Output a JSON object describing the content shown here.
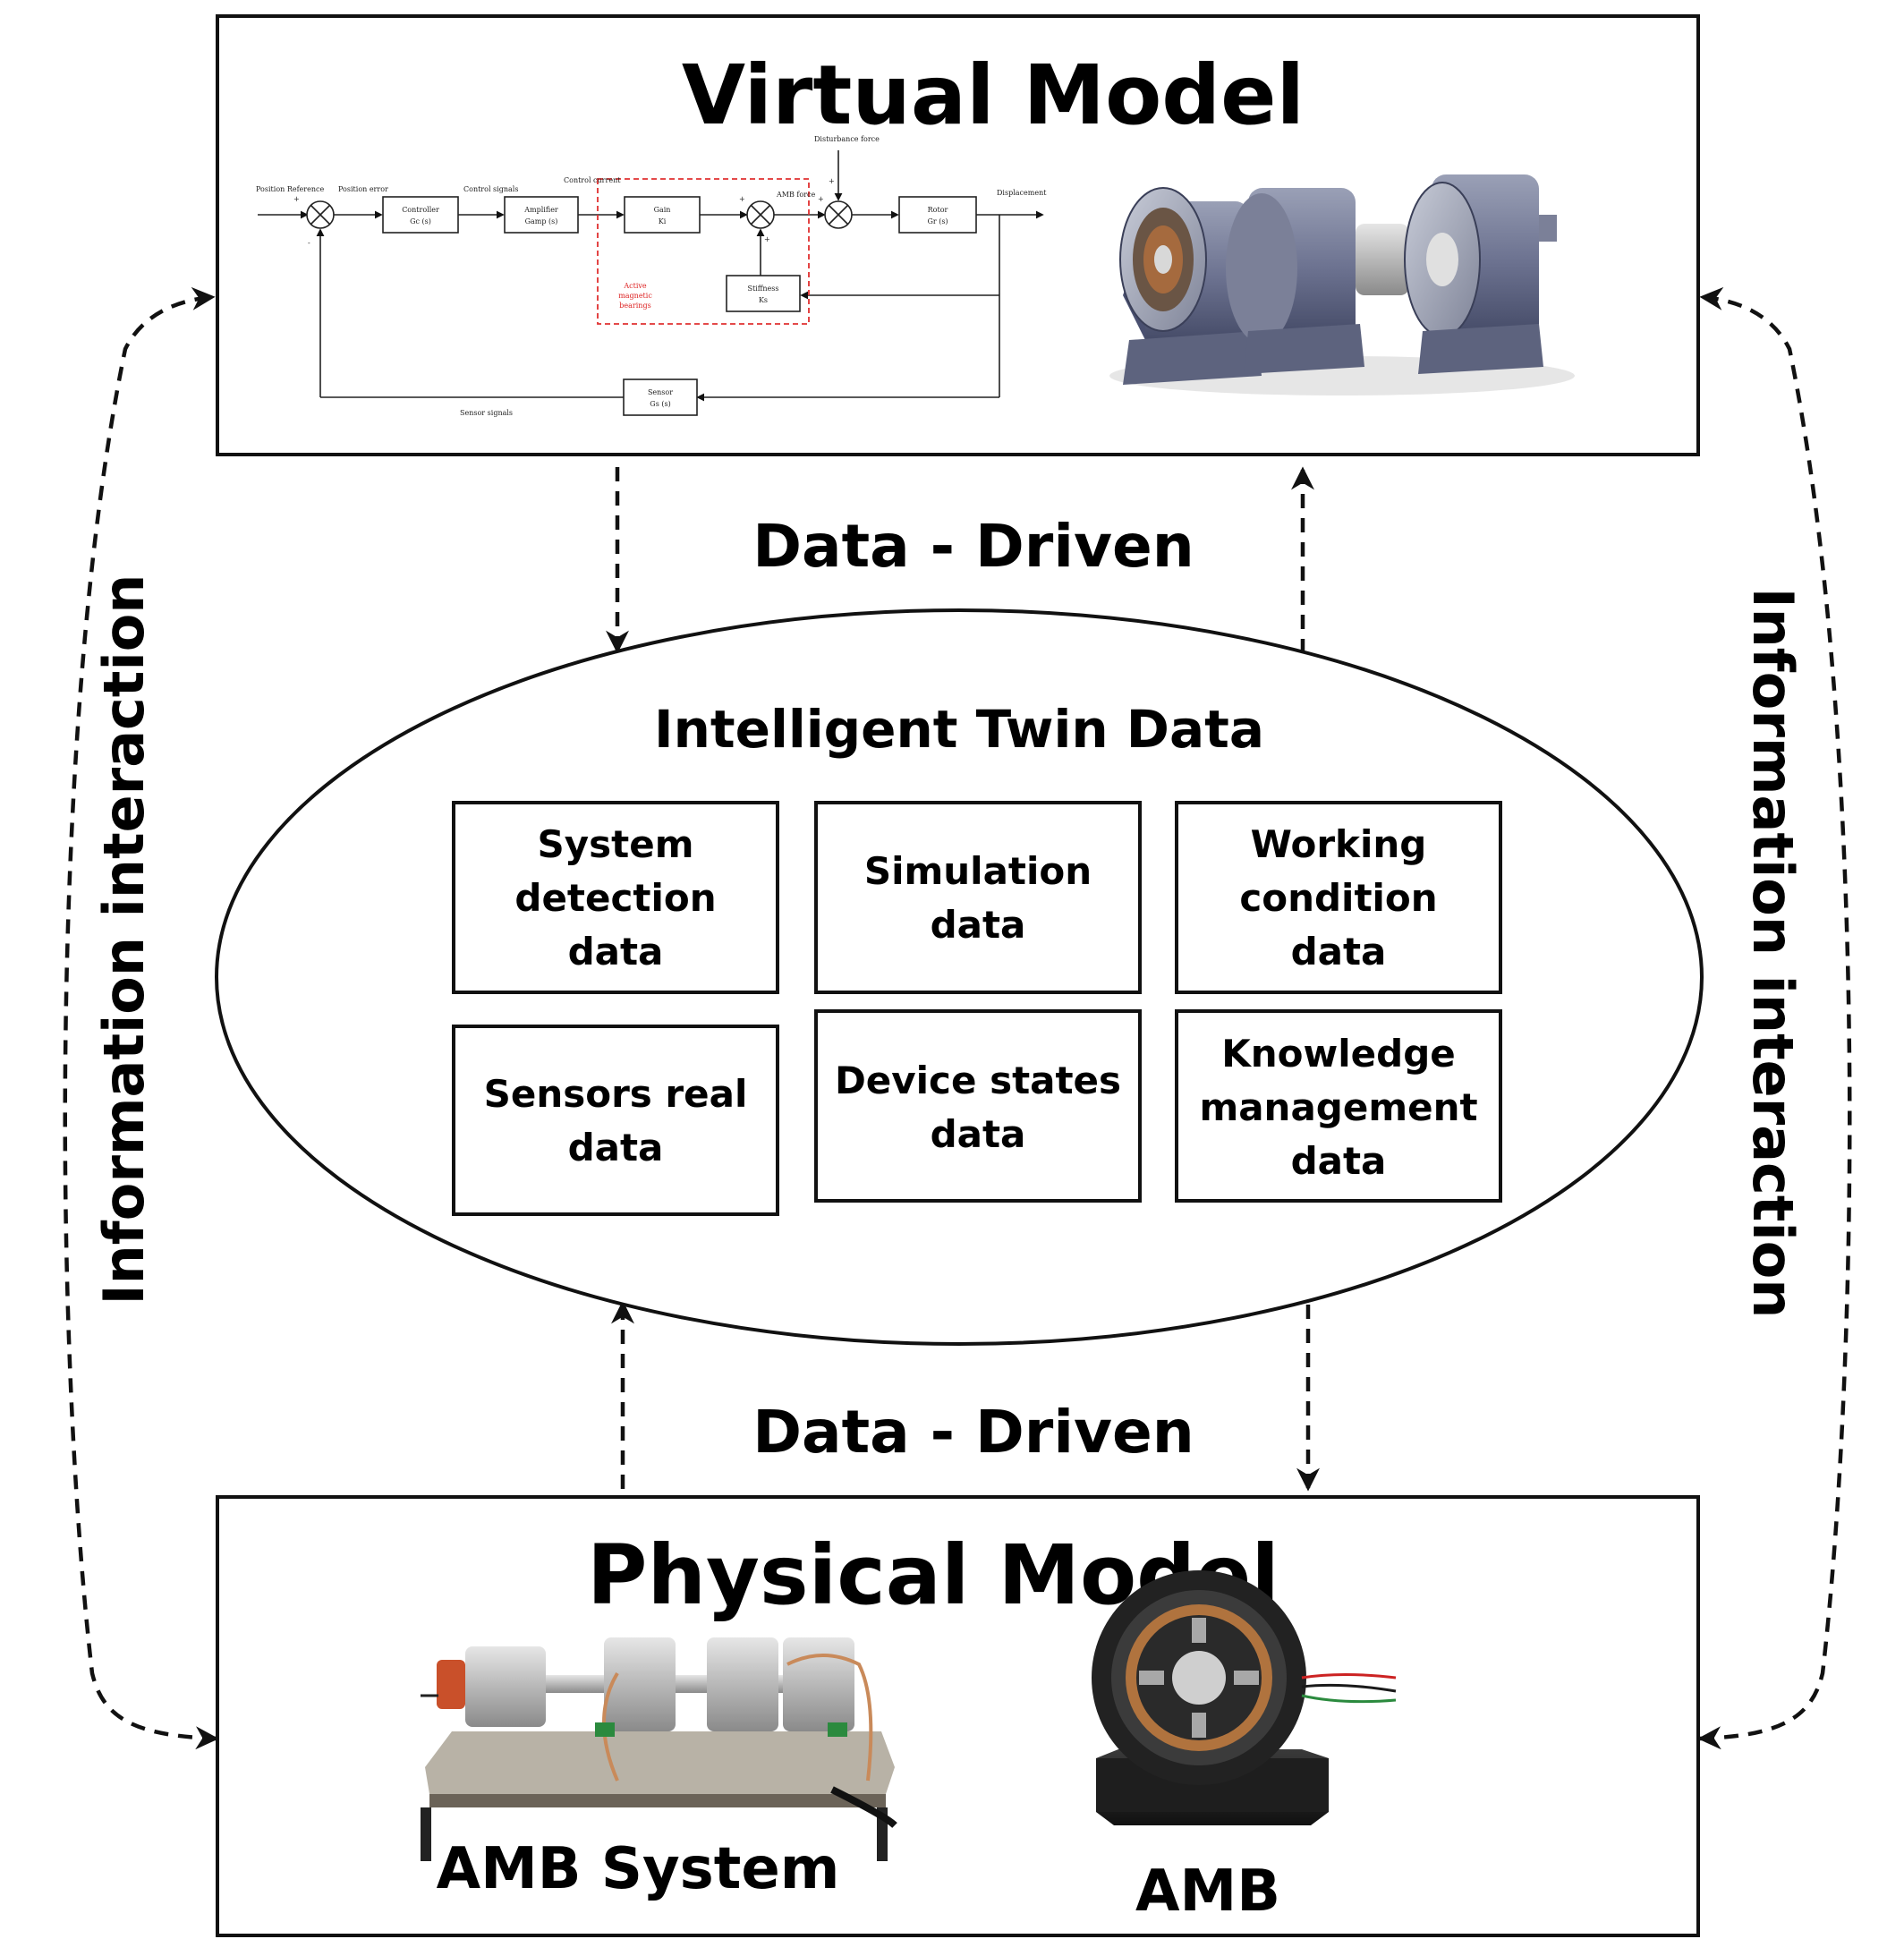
{
  "virtual_model": {
    "title": "Virtual Model",
    "block_diagram": {
      "signals": {
        "position_reference": "Position Reference",
        "position_error": "Position error",
        "control_signals": "Control signals",
        "control_current": "Control current",
        "amb_force": "AMB force",
        "disturbance_force": "Disturbance force",
        "displacement": "Displacement",
        "sensor_signals": "Sensor signals"
      },
      "blocks": {
        "controller": [
          "Controller",
          "Gc (s)"
        ],
        "amplifier": [
          "Amplifier",
          "Gamp (s)"
        ],
        "gain": [
          "Gain",
          "Ki"
        ],
        "rotor": [
          "Rotor",
          "Gr (s)"
        ],
        "stiffness": [
          "Stiffness",
          "Ks"
        ],
        "sensor": [
          "Sensor",
          "Gs (s)"
        ]
      },
      "amb_group_label": [
        "Active",
        "magnetic",
        "bearings"
      ],
      "signs": {
        "plus": "+",
        "minus": "-"
      }
    },
    "render_image": {
      "icon": "amb-rotor-3d-render"
    }
  },
  "data_driven": {
    "label": "Data - Driven"
  },
  "information_interaction": {
    "label": "Information interaction"
  },
  "twin_data": {
    "title": "Intelligent Twin Data",
    "cells": [
      [
        "System",
        "detection",
        "data"
      ],
      [
        "Simulation",
        "data"
      ],
      [
        "Working",
        "condition",
        "data"
      ],
      [
        "Sensors real",
        "data"
      ],
      [
        "Device states",
        "data"
      ],
      [
        "Knowledge",
        "management",
        "data"
      ]
    ]
  },
  "physical_model": {
    "title": "Physical Model",
    "photos": [
      {
        "icon": "amb-system-photo",
        "caption": "AMB System"
      },
      {
        "icon": "amb-photo",
        "caption": "AMB"
      }
    ]
  }
}
